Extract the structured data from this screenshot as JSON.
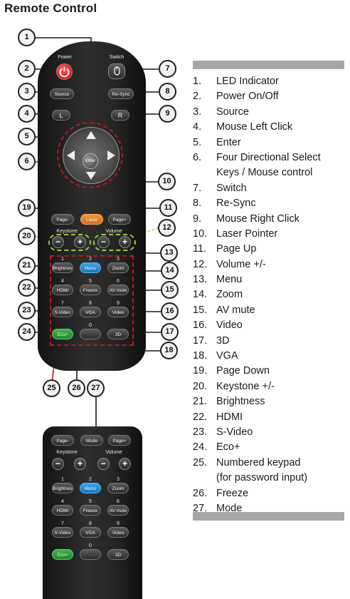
{
  "title": "Remote Control",
  "remote_top": {
    "power_label": "Power",
    "switch_label": "Switch",
    "source": "Source",
    "resync": "Re-Sync",
    "left_click": "L",
    "right_click": "R",
    "enter": "Enter",
    "page_down": "Page-",
    "laser": "Laser",
    "page_up": "Page+",
    "keystone_label": "Keystone",
    "volume_label": "Volume",
    "keypad": [
      {
        "n": "1",
        "label": "Brightness"
      },
      {
        "n": "2",
        "label": "Menu"
      },
      {
        "n": "3",
        "label": "Zoom"
      },
      {
        "n": "4",
        "label": "HDMI"
      },
      {
        "n": "5",
        "label": "Freeze"
      },
      {
        "n": "6",
        "label": "AV mute"
      },
      {
        "n": "7",
        "label": "S-Video"
      },
      {
        "n": "8",
        "label": "VGA"
      },
      {
        "n": "9",
        "label": "Video"
      },
      {
        "n": "",
        "label": "Eco+"
      },
      {
        "n": "0",
        "label": ""
      },
      {
        "n": "",
        "label": "3D"
      }
    ]
  },
  "remote_bottom": {
    "page_down": "Page-",
    "mode": "Mode",
    "page_up": "Page+",
    "keystone_label": "Keystone",
    "volume_label": "Volume"
  },
  "minus": "−",
  "plus": "+",
  "callouts": [
    "1",
    "2",
    "3",
    "4",
    "5",
    "6",
    "7",
    "8",
    "9",
    "10",
    "11",
    "12",
    "13",
    "14",
    "15",
    "16",
    "17",
    "18",
    "19",
    "20",
    "21",
    "22",
    "23",
    "24",
    "25",
    "26",
    "27"
  ],
  "legend": [
    {
      "num": "1.",
      "text": "LED Indicator"
    },
    {
      "num": "2.",
      "text": "Power On/Off"
    },
    {
      "num": "3.",
      "text": "Source"
    },
    {
      "num": "4.",
      "text": "Mouse Left Click"
    },
    {
      "num": "5.",
      "text": "Enter"
    },
    {
      "num": "6.",
      "text": "Four Directional Select"
    },
    {
      "num": "",
      "text": "Keys / Mouse control"
    },
    {
      "num": "7.",
      "text": "Switch"
    },
    {
      "num": "8.",
      "text": "Re-Sync"
    },
    {
      "num": "9.",
      "text": "Mouse Right Click"
    },
    {
      "num": "10.",
      "text": "Laser Pointer"
    },
    {
      "num": "11.",
      "text": "Page Up"
    },
    {
      "num": "12.",
      "text": "Volume +/-"
    },
    {
      "num": "13.",
      "text": "Menu"
    },
    {
      "num": "14.",
      "text": "Zoom"
    },
    {
      "num": "15.",
      "text": "AV mute"
    },
    {
      "num": "16.",
      "text": "Video"
    },
    {
      "num": "17.",
      "text": "3D"
    },
    {
      "num": "18.",
      "text": "VGA"
    },
    {
      "num": "19.",
      "text": "Page Down"
    },
    {
      "num": "20.",
      "text": "Keystone +/-"
    },
    {
      "num": "21.",
      "text": "Brightness"
    },
    {
      "num": "22.",
      "text": "HDMI"
    },
    {
      "num": "23.",
      "text": "S-Video"
    },
    {
      "num": "24.",
      "text": "Eco+"
    },
    {
      "num": "25.",
      "text": "Numbered keypad"
    },
    {
      "num": "",
      "text": "(for password input)"
    },
    {
      "num": "26.",
      "text": "Freeze"
    },
    {
      "num": "27.",
      "text": "Mode"
    }
  ],
  "colors": {
    "power": "#c81e1e",
    "menu": "#1e88d0",
    "eco": "#2e9e36",
    "laser": "#e87c1e",
    "dash": "#c0161c",
    "keystone_highlight": "#9acd32",
    "bar": "#a6a6a6"
  }
}
